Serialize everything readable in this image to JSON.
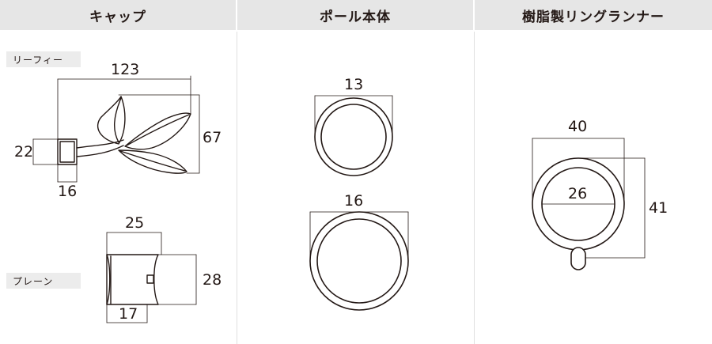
{
  "headers": {
    "cap": "キャップ",
    "pole": "ポール本体",
    "runner": "樹脂製リングランナー"
  },
  "cap": {
    "leafy": {
      "label": "リーフィー",
      "width": "123",
      "height": "67",
      "base_height": "22",
      "base_width": "16"
    },
    "plain": {
      "label": "プレーン",
      "width": "25",
      "height": "28",
      "base_width": "17"
    }
  },
  "pole": {
    "small": "13",
    "large": "16"
  },
  "runner": {
    "outer": "40",
    "inner": "26",
    "height": "41"
  },
  "colors": {
    "header_bg": "#e6e6e6",
    "tag_bg": "#ececec",
    "line": "#231815"
  }
}
